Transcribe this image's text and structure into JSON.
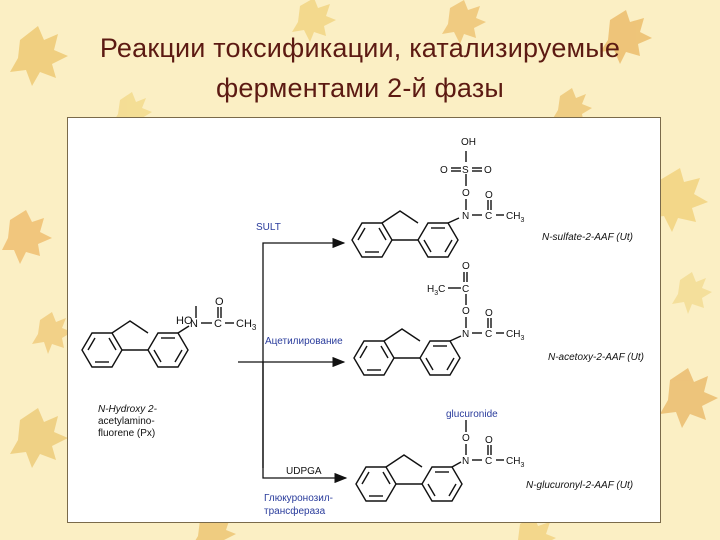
{
  "slide": {
    "title_line1": "Реакции токсификации, катализируемые",
    "title_line2": "ферментами 2-й фазы"
  },
  "colors": {
    "title": "#5c1a12",
    "background": "#fbefc4",
    "enzyme_label": "#2a3c9c"
  },
  "substrate": {
    "name_line1": "N-Hydroxy 2-",
    "name_line2": "acetylamino-",
    "name_line3": "fluorene (Px)",
    "label_ho": "HO",
    "label_n": "N",
    "label_c": "C",
    "label_o": "O",
    "label_ch3": "CH",
    "label_ch3_sub": "3"
  },
  "pathways": [
    {
      "enzyme": "SULT",
      "group_top": "OH",
      "group_o_left": "O",
      "group_s": "S",
      "group_o_right": "O",
      "group_o_link": "O",
      "product": "N-sulfate-2-AAF (Ut)"
    },
    {
      "enzyme": "Ацетилирование",
      "group_top": "O",
      "group_h3c": "H",
      "group_h3c_sub": "3",
      "group_h3c_c": "C",
      "group_c": "C",
      "group_o_link": "O",
      "product": "N-acetoxy-2-AAF (Ut)"
    },
    {
      "enzyme": "UDPGA",
      "enzyme_name_line1": "Глюкуронозил-",
      "enzyme_name_line2": "трансфераза",
      "group_top": "glucuronide",
      "group_o_link": "O",
      "product": "N-glucuronyl-2-AAF (Ut)"
    }
  ]
}
